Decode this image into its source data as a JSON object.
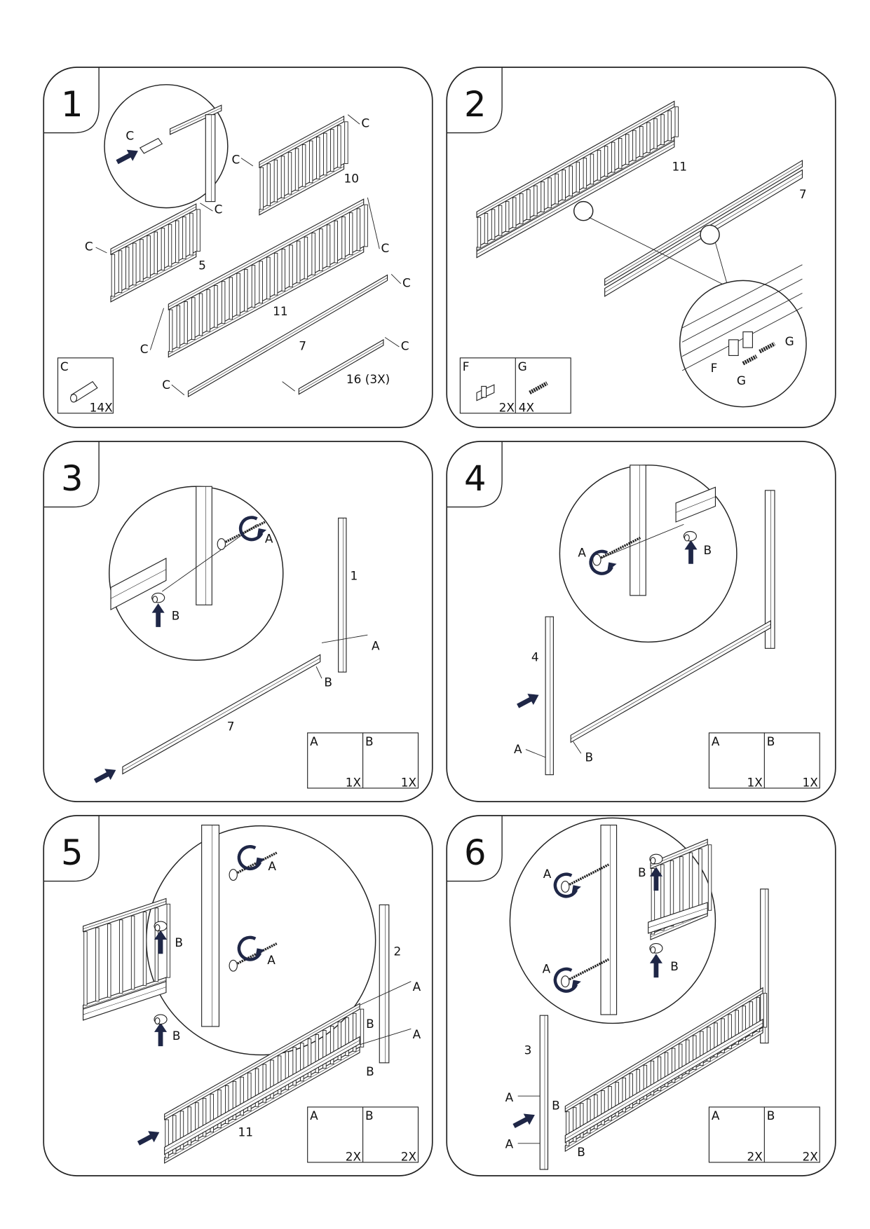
{
  "steps": [
    {
      "number": "1",
      "labels": [
        "C",
        "10",
        "C",
        "C",
        "C",
        "5",
        "C",
        "11",
        "C",
        "C",
        "7",
        "C",
        "C",
        "16 (3X)",
        "C"
      ],
      "hardware": [
        {
          "letter": "C",
          "qty": "14X"
        }
      ]
    },
    {
      "number": "2",
      "labels": [
        "11",
        "7",
        "F",
        "G",
        "G"
      ],
      "hardware": [
        {
          "letter": "F",
          "qty": "2X"
        },
        {
          "letter": "G",
          "qty": "4X"
        }
      ]
    },
    {
      "number": "3",
      "labels": [
        "A",
        "B",
        "1",
        "A",
        "B",
        "7"
      ],
      "hardware": [
        {
          "letter": "A",
          "qty": "1X"
        },
        {
          "letter": "B",
          "qty": "1X"
        }
      ]
    },
    {
      "number": "4",
      "labels": [
        "A",
        "B",
        "4",
        "A",
        "B"
      ],
      "hardware": [
        {
          "letter": "A",
          "qty": "1X"
        },
        {
          "letter": "B",
          "qty": "1X"
        }
      ]
    },
    {
      "number": "5",
      "labels": [
        "A",
        "A",
        "B",
        "B",
        "2",
        "A",
        "A",
        "B",
        "B",
        "11"
      ],
      "hardware": [
        {
          "letter": "A",
          "qty": "2X"
        },
        {
          "letter": "B",
          "qty": "2X"
        }
      ]
    },
    {
      "number": "6",
      "labels": [
        "A",
        "A",
        "B",
        "B",
        "3",
        "A",
        "A",
        "B",
        "B"
      ],
      "hardware": [
        {
          "letter": "A",
          "qty": "2X"
        },
        {
          "letter": "B",
          "qty": "2X"
        }
      ]
    }
  ],
  "colors": {
    "line": "#222222",
    "arrow": "#1f2747"
  }
}
